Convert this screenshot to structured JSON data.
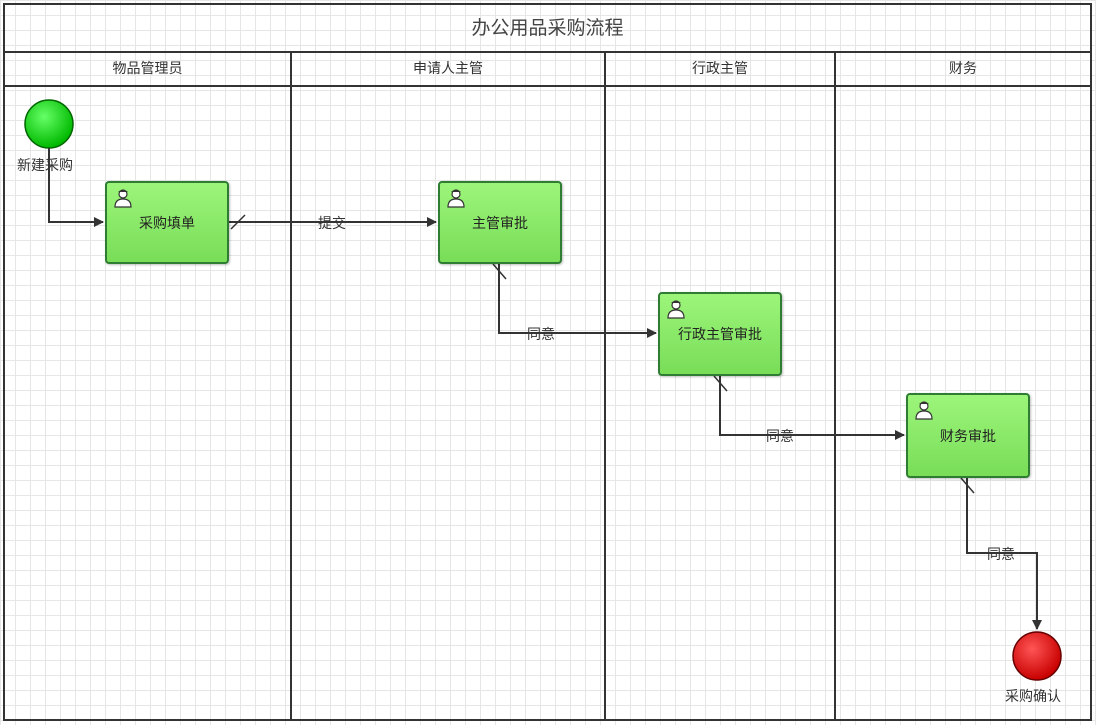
{
  "diagram": {
    "title": "办公用品采购流程",
    "lanes": [
      {
        "name": "物品管理员"
      },
      {
        "name": "申请人主管"
      },
      {
        "name": "行政主管"
      },
      {
        "name": "财务"
      }
    ],
    "start_event": {
      "label": "新建采购",
      "color": "#00cc00"
    },
    "end_event": {
      "label": "采购确认",
      "color": "#dd0000"
    },
    "tasks": [
      {
        "label": "采购填单"
      },
      {
        "label": "主管审批"
      },
      {
        "label": "行政主管审批"
      },
      {
        "label": "财务审批"
      }
    ],
    "flows": [
      {
        "label": ""
      },
      {
        "label": "提交"
      },
      {
        "label": "同意"
      },
      {
        "label": "同意"
      },
      {
        "label": "同意"
      }
    ],
    "colors": {
      "task_fill": "#8ee86b",
      "task_border": "#2e7d32",
      "lane_border": "#333333"
    }
  }
}
